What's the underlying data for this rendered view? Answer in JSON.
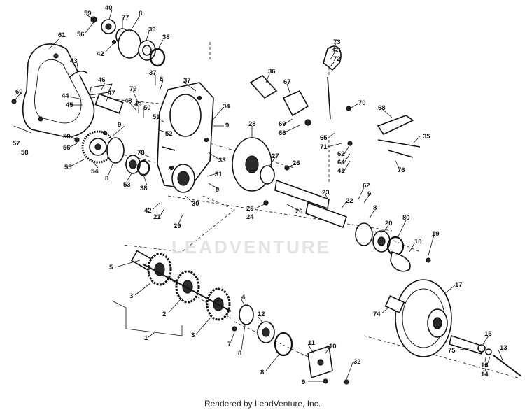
{
  "watermark": "LEADVENTURE",
  "caption": "Rendered by LeadVenture, Inc.",
  "labels": [
    {
      "id": "59a",
      "text": "59"
    },
    {
      "id": "56a",
      "text": "56"
    },
    {
      "id": "40",
      "text": "40"
    },
    {
      "id": "77",
      "text": "77"
    },
    {
      "id": "8a",
      "text": "8"
    },
    {
      "id": "42a",
      "text": "42"
    },
    {
      "id": "39",
      "text": "39"
    },
    {
      "id": "38a",
      "text": "38"
    },
    {
      "id": "61",
      "text": "61"
    },
    {
      "id": "43",
      "text": "43"
    },
    {
      "id": "37a",
      "text": "37"
    },
    {
      "id": "6",
      "text": "6"
    },
    {
      "id": "37b",
      "text": "37"
    },
    {
      "id": "46",
      "text": "46"
    },
    {
      "id": "47",
      "text": "47"
    },
    {
      "id": "79",
      "text": "79"
    },
    {
      "id": "48",
      "text": "48"
    },
    {
      "id": "49",
      "text": "49"
    },
    {
      "id": "50",
      "text": "50"
    },
    {
      "id": "44",
      "text": "44"
    },
    {
      "id": "45",
      "text": "45"
    },
    {
      "id": "60",
      "text": "60"
    },
    {
      "id": "51",
      "text": "51"
    },
    {
      "id": "34",
      "text": "34"
    },
    {
      "id": "9a",
      "text": "9"
    },
    {
      "id": "52",
      "text": "52"
    },
    {
      "id": "59b",
      "text": "59"
    },
    {
      "id": "56b",
      "text": "56"
    },
    {
      "id": "9b",
      "text": "9"
    },
    {
      "id": "57",
      "text": "57"
    },
    {
      "id": "58",
      "text": "58"
    },
    {
      "id": "78",
      "text": "78"
    },
    {
      "id": "55",
      "text": "55"
    },
    {
      "id": "54",
      "text": "54"
    },
    {
      "id": "8b",
      "text": "8"
    },
    {
      "id": "53",
      "text": "53"
    },
    {
      "id": "38b",
      "text": "38"
    },
    {
      "id": "33",
      "text": "33"
    },
    {
      "id": "31",
      "text": "31"
    },
    {
      "id": "9c",
      "text": "9"
    },
    {
      "id": "42b",
      "text": "42"
    },
    {
      "id": "21",
      "text": "21"
    },
    {
      "id": "30",
      "text": "30"
    },
    {
      "id": "29",
      "text": "29"
    },
    {
      "id": "28",
      "text": "28"
    },
    {
      "id": "27",
      "text": "27"
    },
    {
      "id": "26a",
      "text": "26"
    },
    {
      "id": "25",
      "text": "25"
    },
    {
      "id": "24",
      "text": "24"
    },
    {
      "id": "26b",
      "text": "26"
    },
    {
      "id": "23",
      "text": "23"
    },
    {
      "id": "22",
      "text": "22"
    },
    {
      "id": "62a",
      "text": "62"
    },
    {
      "id": "9d",
      "text": "9"
    },
    {
      "id": "8c",
      "text": "8"
    },
    {
      "id": "36",
      "text": "36"
    },
    {
      "id": "67",
      "text": "67"
    },
    {
      "id": "69",
      "text": "69"
    },
    {
      "id": "66",
      "text": "66"
    },
    {
      "id": "73",
      "text": "73"
    },
    {
      "id": "63",
      "text": "63"
    },
    {
      "id": "72",
      "text": "72"
    },
    {
      "id": "70",
      "text": "70"
    },
    {
      "id": "65",
      "text": "65"
    },
    {
      "id": "71",
      "text": "71"
    },
    {
      "id": "62b",
      "text": "62"
    },
    {
      "id": "64",
      "text": "64"
    },
    {
      "id": "41",
      "text": "41"
    },
    {
      "id": "68",
      "text": "68"
    },
    {
      "id": "35",
      "text": "35"
    },
    {
      "id": "76",
      "text": "76"
    },
    {
      "id": "20",
      "text": "20"
    },
    {
      "id": "80",
      "text": "80"
    },
    {
      "id": "18",
      "text": "18"
    },
    {
      "id": "19",
      "text": "19"
    },
    {
      "id": "5",
      "text": "5"
    },
    {
      "id": "3a",
      "text": "3"
    },
    {
      "id": "2",
      "text": "2"
    },
    {
      "id": "3b",
      "text": "3"
    },
    {
      "id": "1",
      "text": "1"
    },
    {
      "id": "4",
      "text": "4"
    },
    {
      "id": "12",
      "text": "12"
    },
    {
      "id": "7",
      "text": "7"
    },
    {
      "id": "8d",
      "text": "8"
    },
    {
      "id": "11",
      "text": "11"
    },
    {
      "id": "10",
      "text": "10"
    },
    {
      "id": "8e",
      "text": "8"
    },
    {
      "id": "32",
      "text": "32"
    },
    {
      "id": "9e",
      "text": "9"
    },
    {
      "id": "17",
      "text": "17"
    },
    {
      "id": "74",
      "text": "74"
    },
    {
      "id": "15",
      "text": "15"
    },
    {
      "id": "75",
      "text": "75"
    },
    {
      "id": "16",
      "text": "16"
    },
    {
      "id": "14",
      "text": "14"
    },
    {
      "id": "13",
      "text": "13"
    }
  ]
}
